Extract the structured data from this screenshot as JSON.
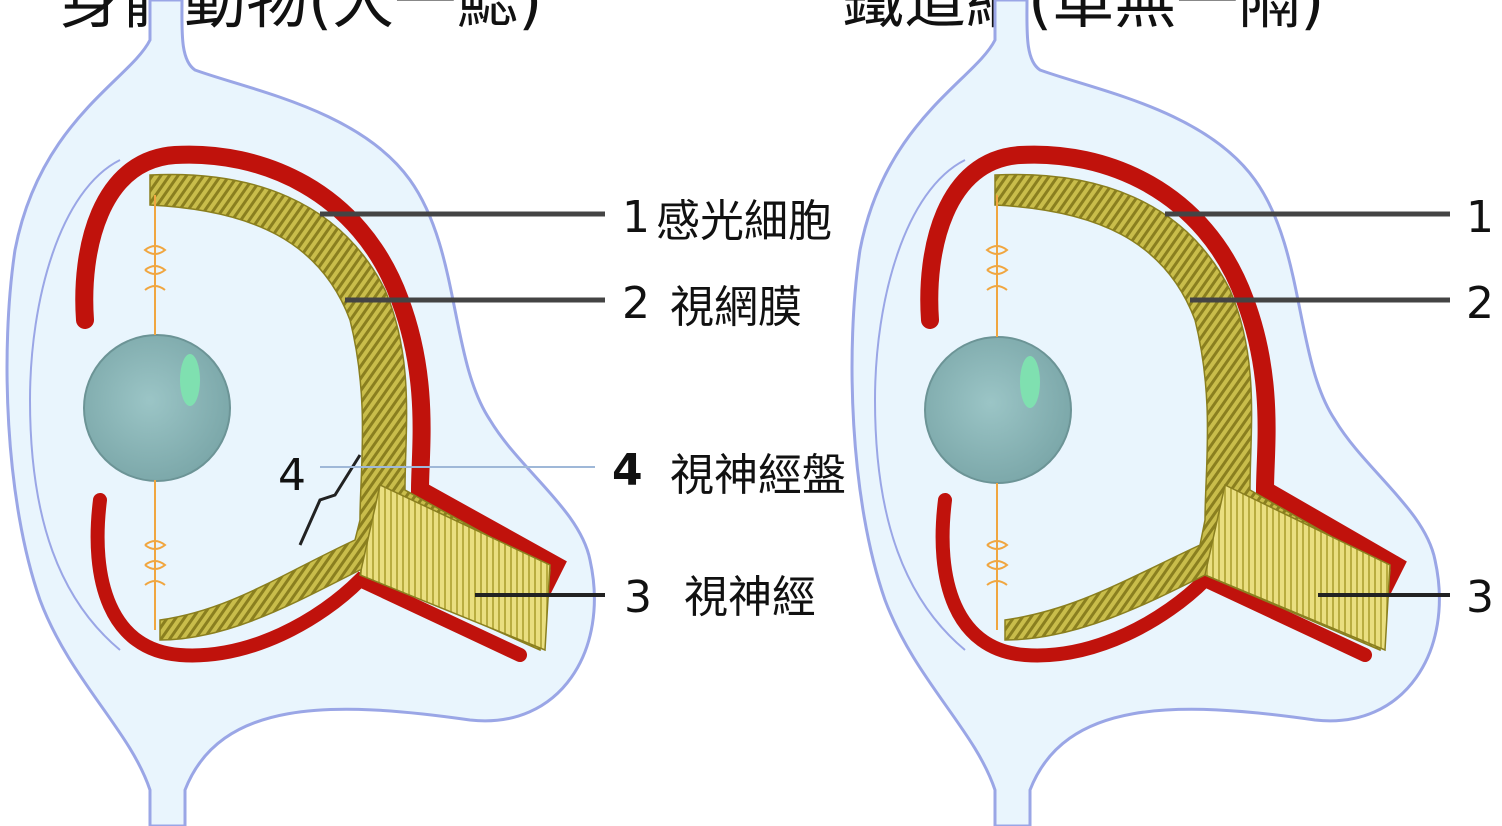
{
  "diagram": {
    "left_title": "身體動物(大一鰓)",
    "right_title": "鐵道網(單無一隔)",
    "left_panel": {
      "labels": [
        {
          "num": "1",
          "text": "感光細胞"
        },
        {
          "num": "2",
          "text": "視網膜"
        },
        {
          "num": "4",
          "text": "視神經盤"
        },
        {
          "num": "3",
          "text": "視神經"
        }
      ],
      "inner_label": "4"
    },
    "right_panel": {
      "labels": [
        {
          "num": "1"
        },
        {
          "num": "2"
        },
        {
          "num": "3"
        }
      ]
    },
    "colors": {
      "outline": "#9aa6e6",
      "body_fill": "#e9f5fd",
      "red_layer": "#c0120c",
      "retina": "#c2b84a",
      "retina_light": "#e8dd7a",
      "lens": "#8fb6b8",
      "lens_highlight": "#7fe0b0",
      "leader": "#444444",
      "thin_leader": "#9fb8d8",
      "orange_line": "#f0a640"
    }
  }
}
